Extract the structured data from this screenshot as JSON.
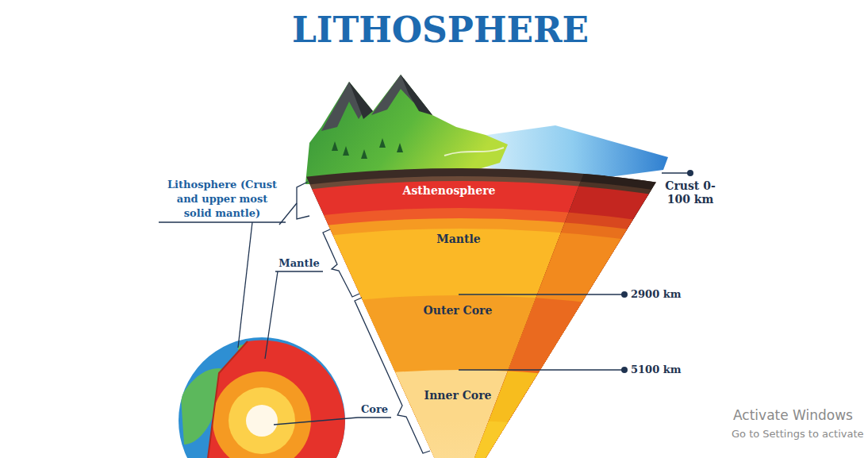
{
  "diagram": {
    "title": "LITHOSPHERE",
    "labels": [
      "Lithosphere (Crust and upper most solid mantle)",
      "Asthenosphere",
      "Mantle",
      "Outer Core",
      "Inner Core",
      "Crust 0-100 km",
      "2900 km",
      "5100 km",
      "Mantle",
      "Core",
      "Activate Windows",
      "Go to Settings to activate"
    ]
  }
}
